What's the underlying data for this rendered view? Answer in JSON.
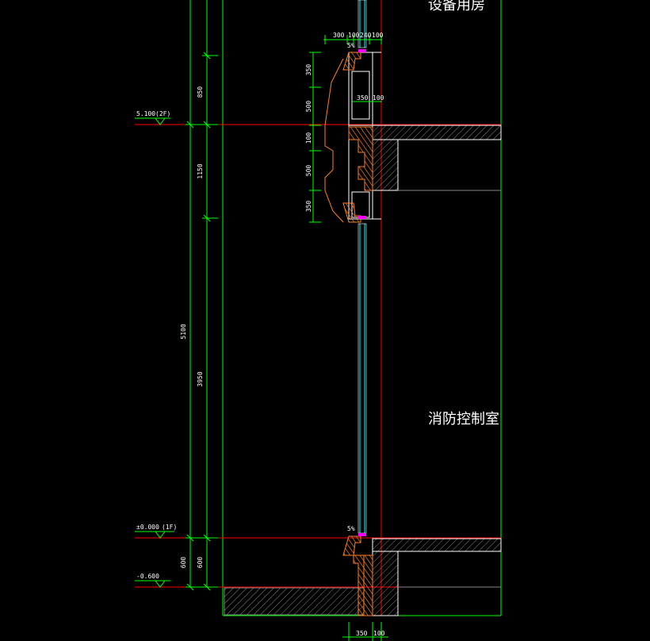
{
  "colors": {
    "background": "#000000",
    "dimension": "#00ff00",
    "axis": "#ff0000",
    "wall": "#ffffff",
    "glass": "#00ffff",
    "insulation": "#ff7f27",
    "seal": "#ff00ff"
  },
  "rooms": {
    "upper": "设备用房",
    "lower": "消防控制室"
  },
  "levels": {
    "second": {
      "elevation": "5.100",
      "tag": "(2F)"
    },
    "first": {
      "elevation": "±0.000",
      "tag": "(1F)"
    },
    "ground": {
      "elevation": "-0.600"
    }
  },
  "dimensions": {
    "left_chain": [
      "850",
      "1150",
      "3950",
      "600"
    ],
    "left_total": "5100",
    "left_partial": "600",
    "top_chain": [
      "300",
      "100",
      "240",
      "100"
    ],
    "slope_upper": "5%",
    "slope_lower": "5%",
    "window_vertical": [
      "350",
      "500",
      "100",
      "500",
      "350"
    ],
    "head_pair": [
      "350",
      "100"
    ],
    "bottom_pair": [
      "350",
      "100"
    ]
  }
}
